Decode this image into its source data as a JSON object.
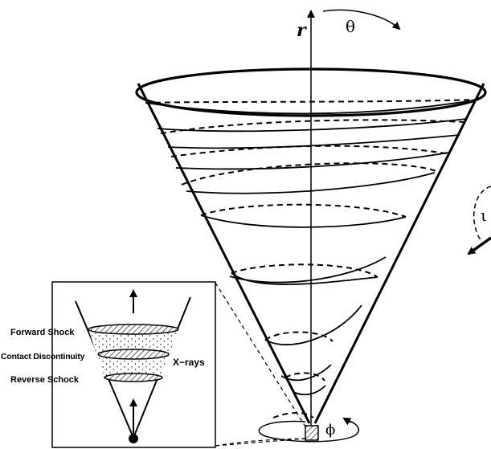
{
  "diagram": {
    "axis_labels": {
      "r": "r",
      "theta": "θ",
      "phi": "ϕ",
      "iota": "ι"
    },
    "inset": {
      "labels": {
        "forward_shock": "Forward Shock",
        "contact_discontinuity": "Contact Discontinuity",
        "reverse_shock": "Reverse Schock",
        "xrays": "X−rays"
      }
    }
  }
}
